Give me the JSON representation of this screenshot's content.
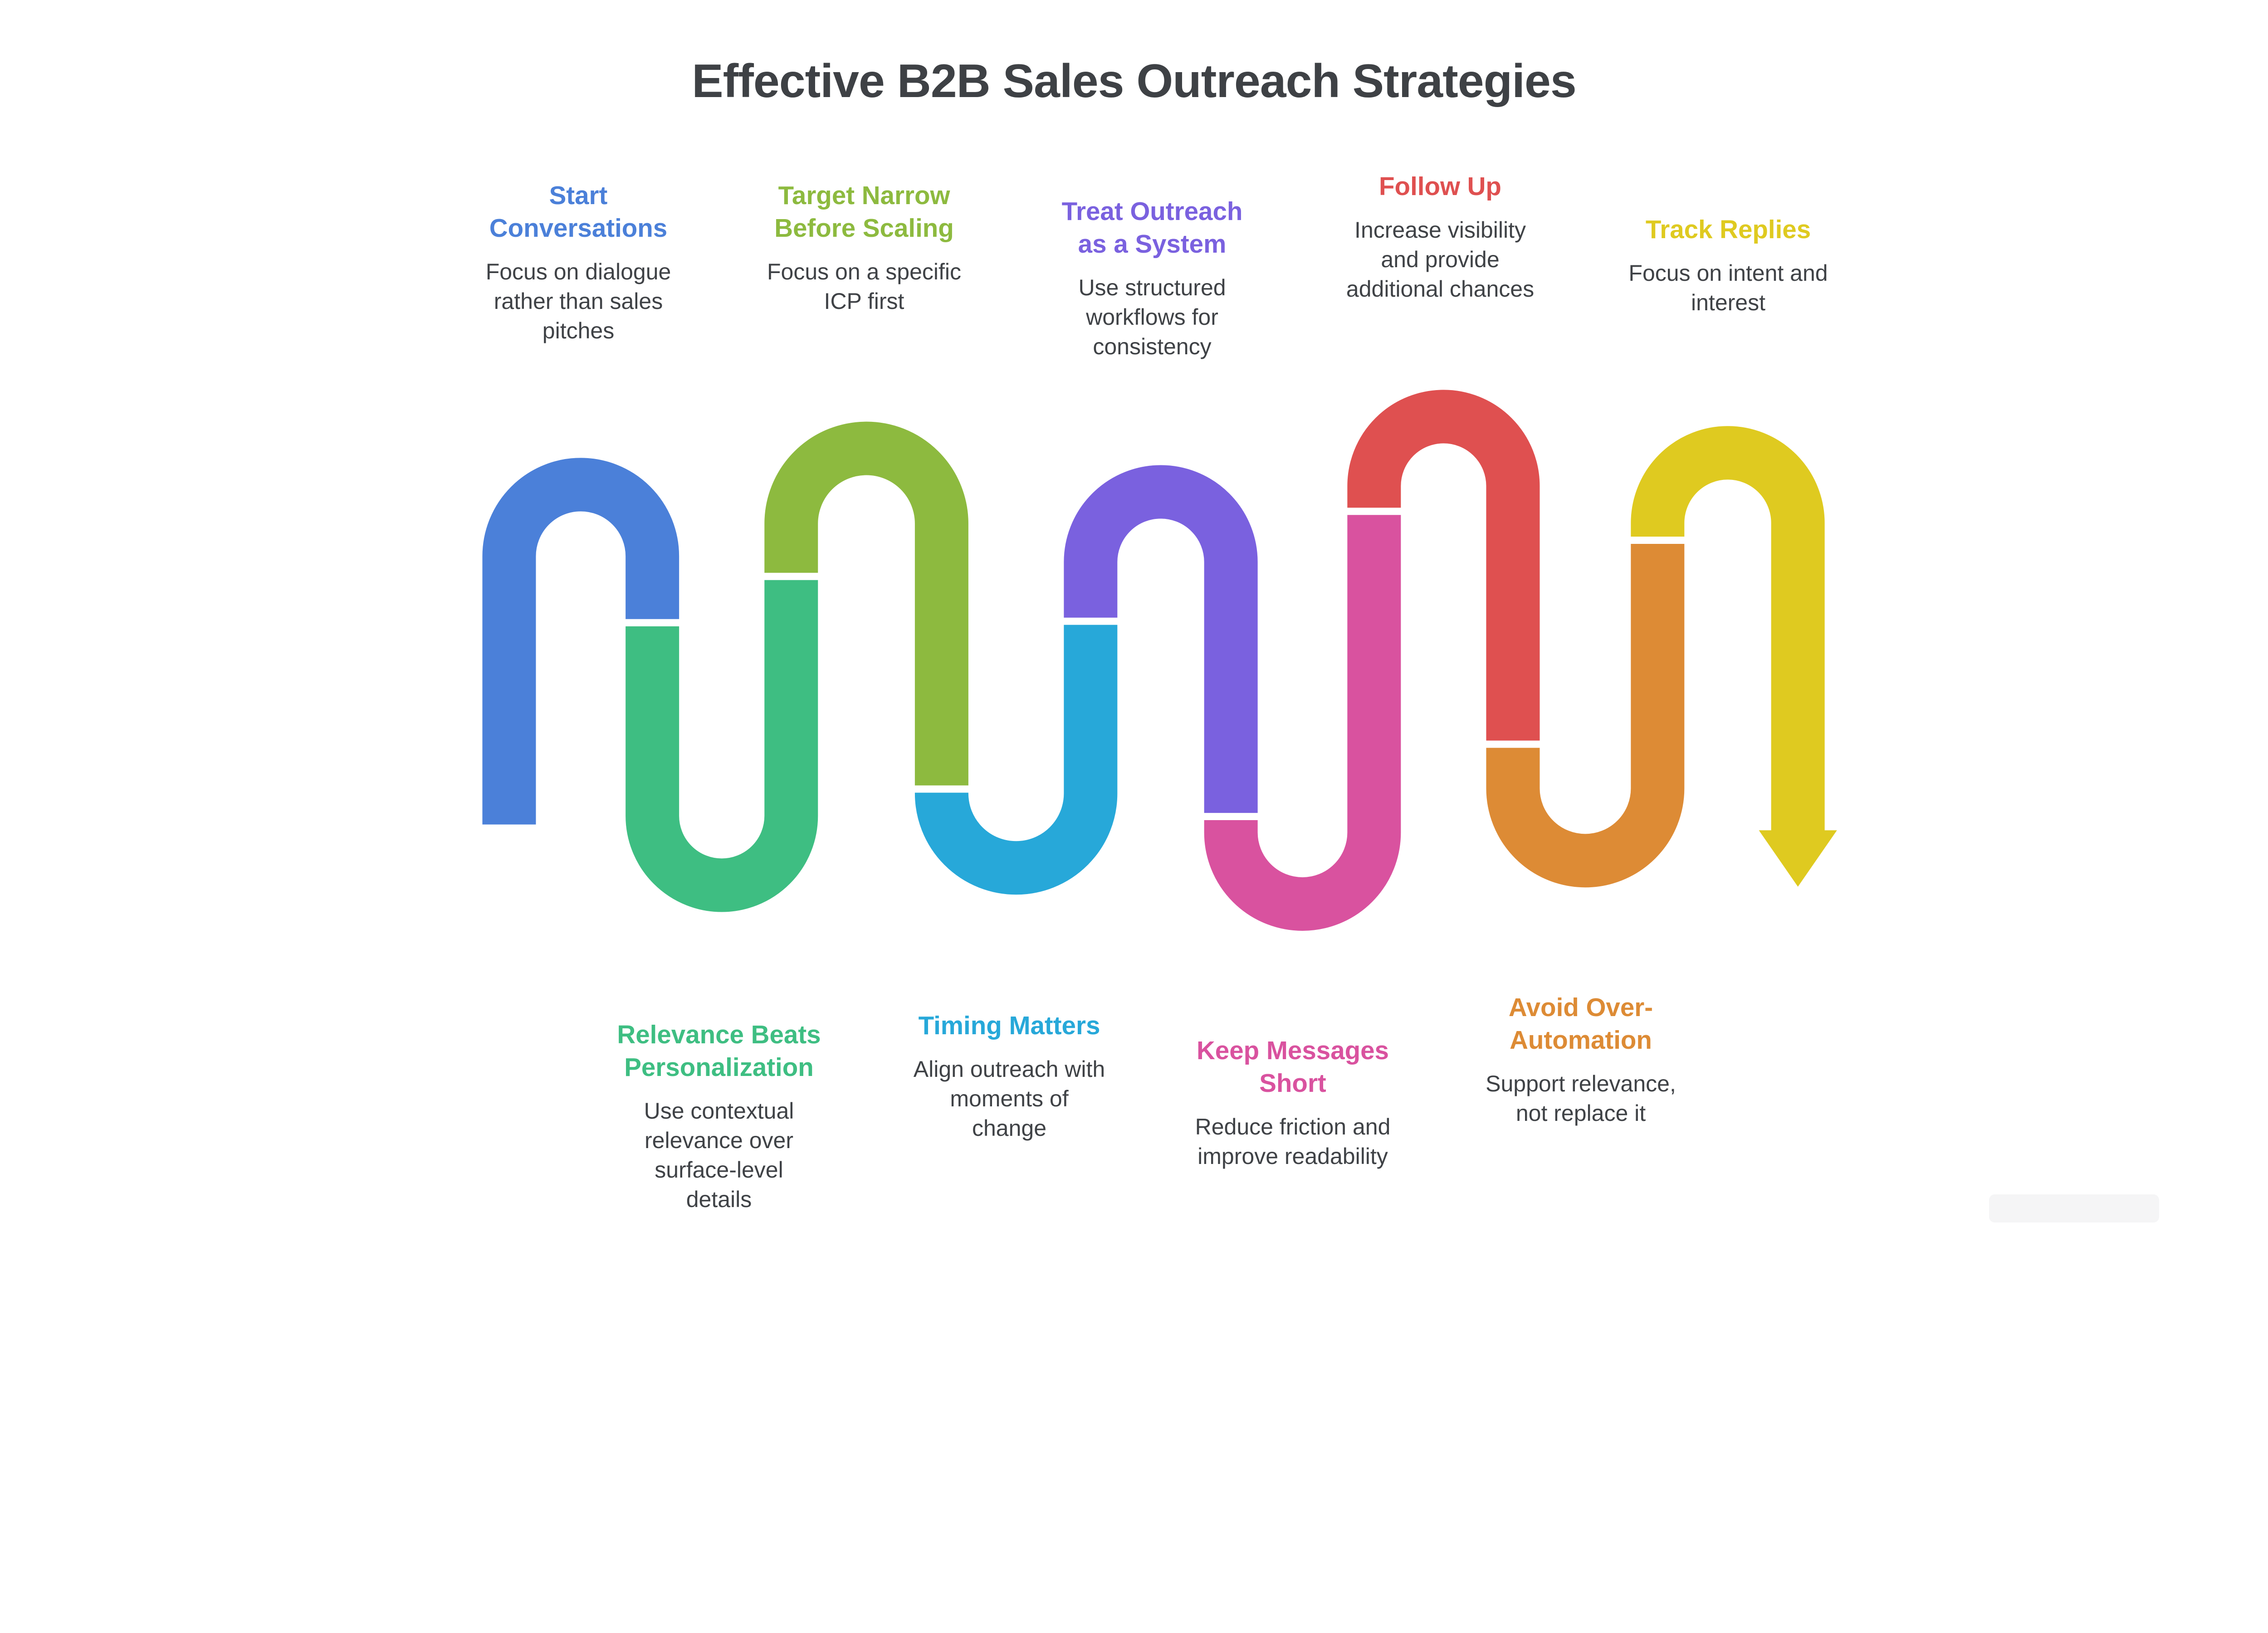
{
  "title": "Effective B2B Sales Outreach Strategies",
  "items": [
    {
      "label": "Start\nConversations",
      "description": "Focus on dialogue\nrather than sales\npitches",
      "color": "#4B80D9",
      "position": "top"
    },
    {
      "label": "Relevance Beats\nPersonalization",
      "description": "Use contextual\nrelevance over\nsurface-level\ndetails",
      "color": "#3EBE82",
      "position": "bottom"
    },
    {
      "label": "Target Narrow\nBefore Scaling",
      "description": "Focus on a specific\nICP first",
      "color": "#8DBA3F",
      "position": "top"
    },
    {
      "label": "Timing Matters",
      "description": "Align outreach with\nmoments of\nchange",
      "color": "#27A8D9",
      "position": "bottom"
    },
    {
      "label": "Treat Outreach\nas a System",
      "description": "Use structured\nworkflows for\nconsistency",
      "color": "#7A61DF",
      "position": "top"
    },
    {
      "label": "Keep Messages\nShort",
      "description": "Reduce friction and\nimprove readability",
      "color": "#D9529F",
      "position": "bottom"
    },
    {
      "label": "Follow Up",
      "description": "Increase visibility\nand provide\nadditional chances",
      "color": "#DF5050",
      "position": "top"
    },
    {
      "label": "Avoid Over-\nAutomation",
      "description": "Support relevance,\nnot replace it",
      "color": "#DD8B35",
      "position": "bottom"
    },
    {
      "label": "Track Replies",
      "description": "Focus on intent and\ninterest",
      "color": "#DFCA20",
      "position": "top"
    }
  ]
}
